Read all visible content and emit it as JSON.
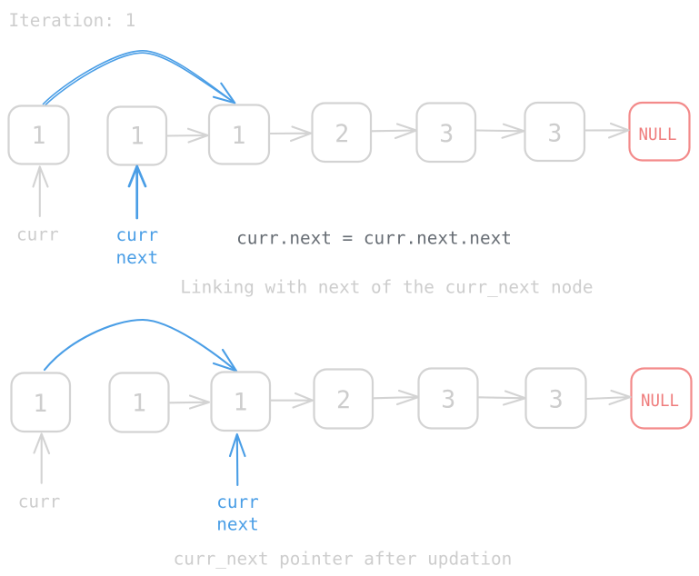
{
  "iteration_label": "Iteration: 1",
  "colors": {
    "background": "#ffffff",
    "node_stroke": "#d3d3d3",
    "muted_text": "#cdcdcd",
    "highlight": "#4a9ee6",
    "null_stroke": "#f38a8a",
    "null_text": "#ef7c7c",
    "code_text": "#676d74"
  },
  "panels": [
    {
      "nodes": [
        {
          "value": "1"
        },
        {
          "value": "1"
        },
        {
          "value": "1"
        },
        {
          "value": "2"
        },
        {
          "value": "3"
        },
        {
          "value": "3"
        },
        {
          "value": "NULL",
          "is_null": true
        }
      ],
      "next_links": [
        [
          1,
          2
        ],
        [
          2,
          3
        ],
        [
          3,
          4
        ],
        [
          4,
          5
        ],
        [
          5,
          6
        ]
      ],
      "bypass_link": {
        "from_node_index": 0,
        "to_node_index": 2,
        "highlighted": true
      },
      "pointers": [
        {
          "label_lines": [
            "curr"
          ],
          "target_node_index": 0,
          "highlighted": false
        },
        {
          "label_lines": [
            "curr",
            "next"
          ],
          "target_node_index": 1,
          "highlighted": true
        }
      ],
      "code": "curr.next = curr.next.next",
      "caption": "Linking with next of the curr_next node"
    },
    {
      "nodes": [
        {
          "value": "1"
        },
        {
          "value": "1"
        },
        {
          "value": "1"
        },
        {
          "value": "2"
        },
        {
          "value": "3"
        },
        {
          "value": "3"
        },
        {
          "value": "NULL",
          "is_null": true
        }
      ],
      "next_links": [
        [
          1,
          2
        ],
        [
          2,
          3
        ],
        [
          3,
          4
        ],
        [
          4,
          5
        ],
        [
          5,
          6
        ]
      ],
      "bypass_link": {
        "from_node_index": 0,
        "to_node_index": 2,
        "highlighted": true
      },
      "pointers": [
        {
          "label_lines": [
            "curr"
          ],
          "target_node_index": 0,
          "highlighted": false
        },
        {
          "label_lines": [
            "curr",
            "next"
          ],
          "target_node_index": 2,
          "highlighted": true
        }
      ],
      "caption": "curr_next pointer after updation"
    }
  ]
}
